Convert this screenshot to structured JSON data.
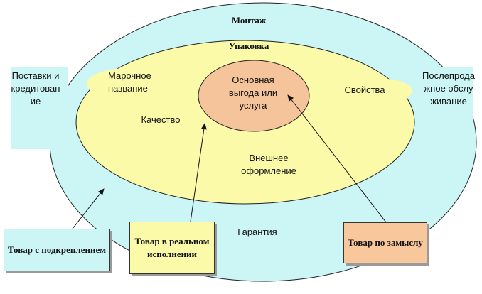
{
  "diagram": {
    "levels": {
      "outer": "Монтаж",
      "middle": "Упаковка",
      "core": "Основная выгода или услуга"
    },
    "labels": {
      "supply": "Поставки и кредитование",
      "after_sales": "Послепродажное обслуживание",
      "brand": "Марочное название",
      "properties": "Свойства",
      "quality": "Качество",
      "design": "Внешнее оформление",
      "warranty": "Гарантия"
    },
    "boxes": {
      "augmented": "Товар с подкреплением",
      "actual": "Товар в реальном исполнении",
      "intended": "Товар по замыслу"
    },
    "colors": {
      "outer_fill": "#ccf5f6",
      "middle_fill": "#fafaa8",
      "core_fill": "#f5c49a",
      "box_outer": "#ccf5f6",
      "box_middle": "#fafaa8",
      "box_core": "#f9c79c"
    }
  }
}
